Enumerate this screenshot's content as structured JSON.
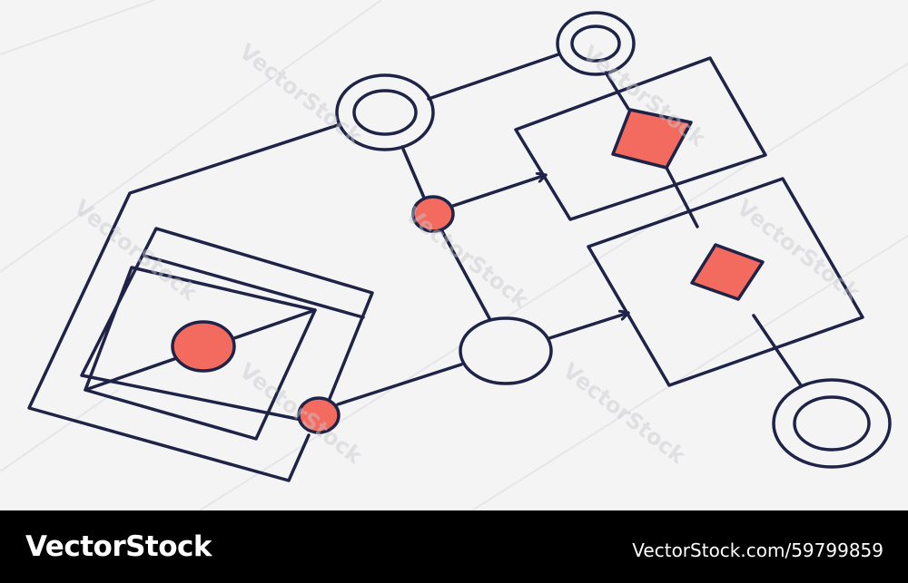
{
  "colors": {
    "background": "#f4f4f5",
    "stroke": "#1f2347",
    "accent": "#f36b5f",
    "footer_background": "#000000",
    "footer_text": "#ffffff"
  },
  "watermark": {
    "text": "VectorStock"
  },
  "footer": {
    "brand": "VectorStock",
    "image_id": "VectorStock.com/59799859"
  }
}
